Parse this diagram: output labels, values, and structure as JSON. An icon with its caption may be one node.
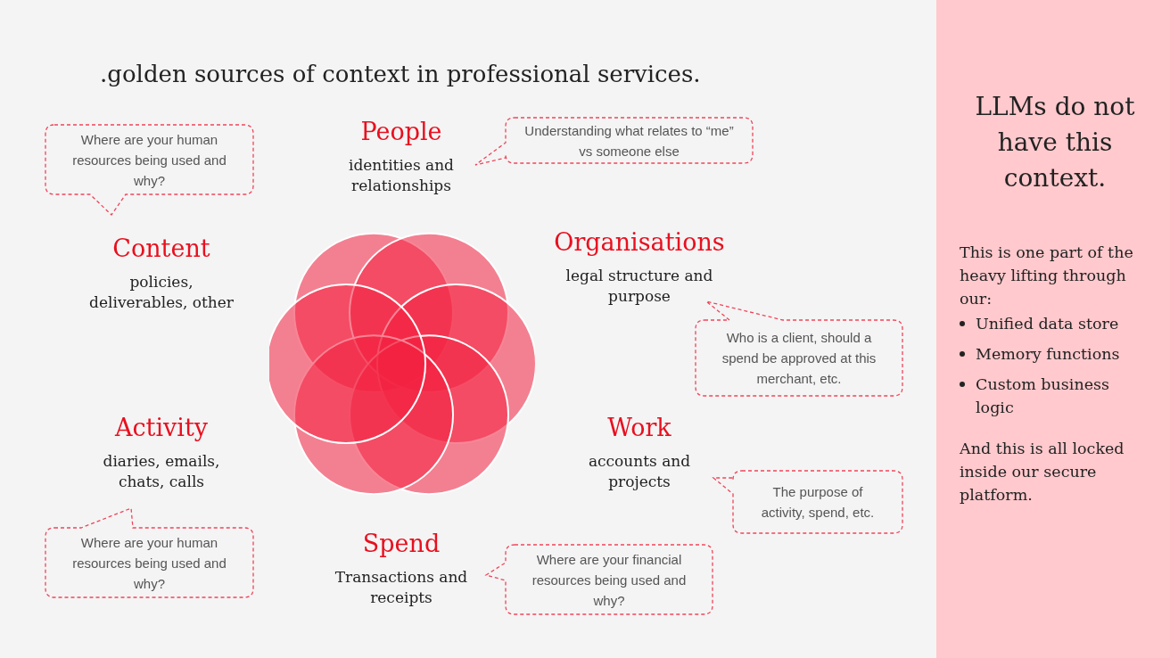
{
  "diagram": {
    "title": ".golden sources of context in professional services.",
    "nodes": [
      {
        "text": [
          "People",
          "identities and relationships"
        ]
      },
      {
        "text": [
          "Understanding what relates to “me” vs someone else"
        ]
      },
      {
        "text": [
          "Where are your human resources being used and why?"
        ]
      },
      {
        "text": [
          "Content",
          "policies, deliverables, other"
        ]
      },
      {
        "text": [
          "Organisations",
          "legal structure and purpose"
        ]
      },
      {
        "text": [
          "Who is a client, should a spend be approved at this merchant, etc."
        ]
      },
      {
        "text": [
          "Activity",
          "diaries, emails, chats, calls"
        ]
      },
      {
        "text": [
          "Work",
          "accounts and projects"
        ]
      },
      {
        "text": [
          "The purpose of activity, spend, etc."
        ]
      },
      {
        "text": [
          "Where are your human resources being used and why?"
        ]
      },
      {
        "text": [
          "Spend",
          "Transactions and receipts"
        ]
      },
      {
        "text": [
          "Where are your financial resources being used and why?"
        ]
      },
      {
        "text": [
          "LLMs do not have this context.",
          "This is one part of the heavy lifting through our:",
          "Unified data store",
          "Memory functions",
          "Custom business logic",
          "And this is all locked inside our secure platform."
        ]
      }
    ]
  }
}
